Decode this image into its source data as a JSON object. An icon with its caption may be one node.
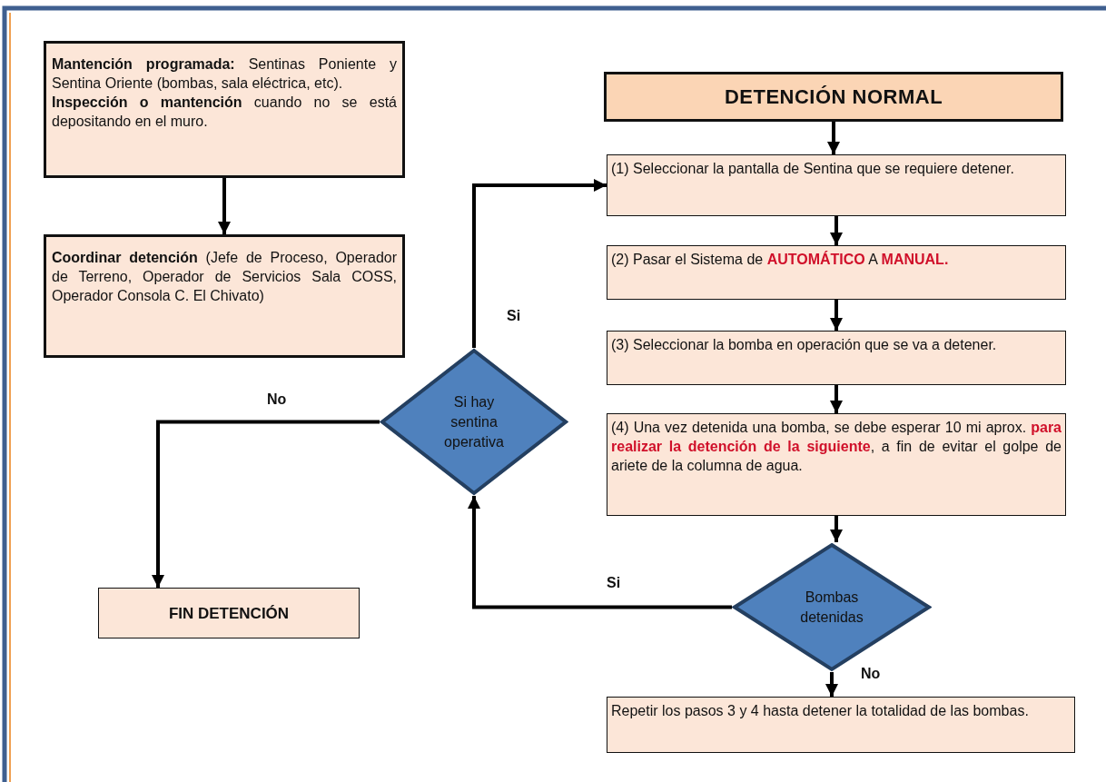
{
  "diagram": {
    "nodes": [
      {
        "text": [
          "**Mantención programada:** Sentinas Poniente y Sentina Oriente (bombas, sala eléctrica, etc).",
          "**Inspección o mantención** cuando no se está depositando en el muro."
        ]
      },
      {
        "text": [
          "**Coordinar detención** (Jefe de Proceso, Operador de Terreno, Operador de Servicios Sala COSS, Operador Consola C. El Chivato)"
        ]
      },
      {
        "text": [
          "DETENCIÓN NORMAL"
        ]
      },
      {
        "text": [
          "(1) Seleccionar la pantalla de Sentina que se requiere detener."
        ]
      },
      {
        "text": [
          "(2) Pasar el Sistema de **AUTOMÁTICO** A **MANUAL.**"
        ]
      },
      {
        "text": [
          "(3) Seleccionar la bomba en operación que se va a detener."
        ]
      },
      {
        "text": [
          "(4) Una vez detenida una bomba, se debe esperar 10 mi aprox. **para realizar la detención de la siguiente**, a fin de evitar el golpe de ariete de la columna de agua."
        ]
      },
      {
        "text": [
          "Bombas detenidas"
        ]
      },
      {
        "text": [
          "Repetir los pasos 3 y 4 hasta detener la totalidad de las bombas."
        ]
      },
      {
        "text": [
          "Si hay sentina operativa"
        ]
      },
      {
        "text": [
          "FIN DETENCIÓN"
        ]
      }
    ],
    "edges": [
      {
        "from": 0,
        "to": 1,
        "arrow": "to"
      },
      {
        "from": 2,
        "to": 3,
        "arrow": "to"
      },
      {
        "from": 3,
        "to": 4,
        "arrow": "to"
      },
      {
        "from": 4,
        "to": 5,
        "arrow": "to"
      },
      {
        "from": 5,
        "to": 6,
        "arrow": "to"
      },
      {
        "from": 6,
        "to": 7,
        "arrow": "to"
      },
      {
        "from": 7,
        "to": 8,
        "arrow": "to",
        "label": "No"
      },
      {
        "from": 7,
        "to": 9,
        "arrow": "to",
        "label": "Si"
      },
      {
        "from": 9,
        "to": 3,
        "arrow": "to",
        "label": "Si"
      },
      {
        "from": 9,
        "to": 10,
        "arrow": "to",
        "label": "No"
      }
    ]
  }
}
